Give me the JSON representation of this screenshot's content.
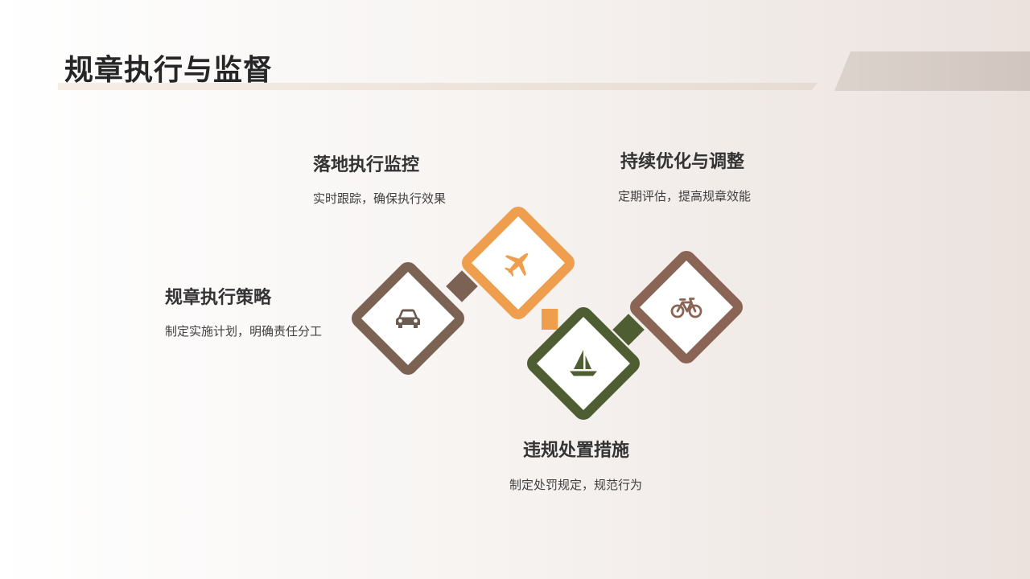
{
  "slide": {
    "title": "规章执行与监督"
  },
  "colors": {
    "brown": "#7c6253",
    "orange": "#ef9e4d",
    "olive": "#4f5e32",
    "rust": "#8a6555"
  },
  "steps": [
    {
      "title": "规章执行策略",
      "desc": "制定实施计划，明确责任分工",
      "icon": "car-icon"
    },
    {
      "title": "落地执行监控",
      "desc": "实时跟踪，确保执行效果",
      "icon": "airplane-icon"
    },
    {
      "title": "违规处置措施",
      "desc": "制定处罚规定，规范行为",
      "icon": "sailboat-icon"
    },
    {
      "title": "持续优化与调整",
      "desc": "定期评估，提高规章效能",
      "icon": "bicycle-icon"
    }
  ]
}
